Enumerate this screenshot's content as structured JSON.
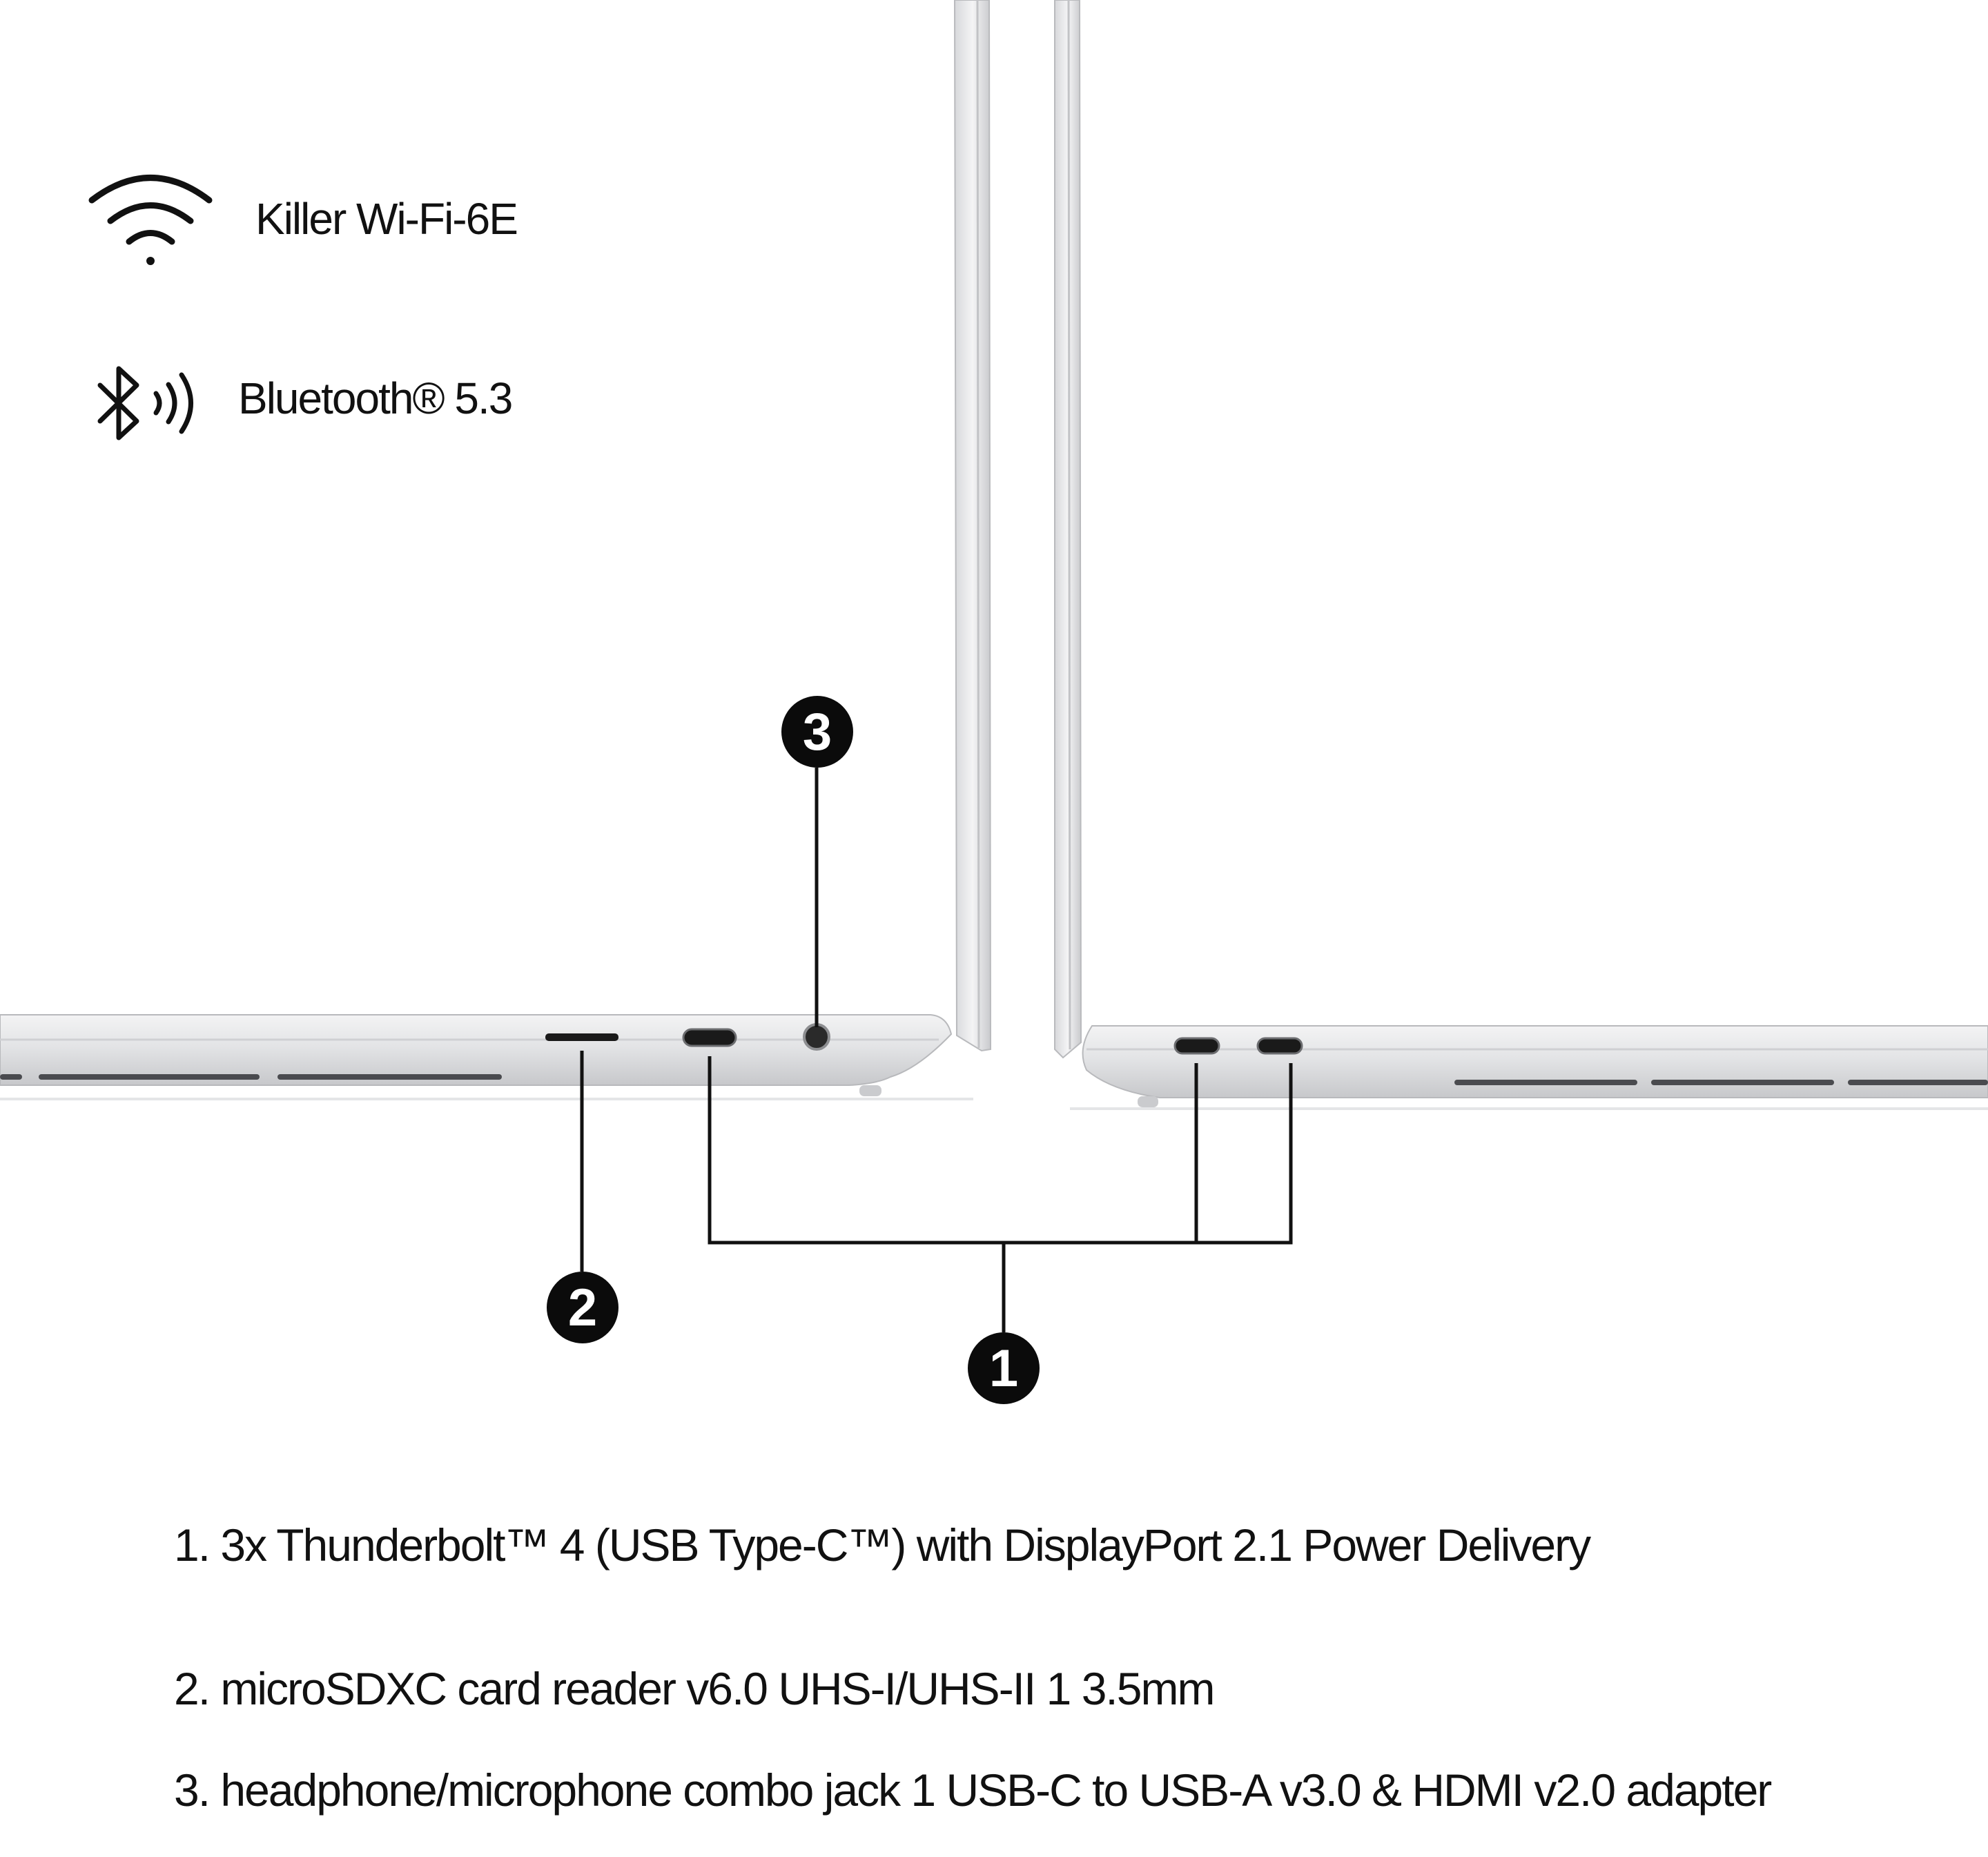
{
  "features": {
    "wifi": {
      "icon": "wifi-icon",
      "label": "Killer Wi-Fi-6E"
    },
    "bluetooth": {
      "icon": "bluetooth-icon",
      "label": "Bluetooth® 5.3"
    }
  },
  "callouts": [
    "1",
    "2",
    "3"
  ],
  "specs": [
    "1. 3x Thunderbolt™ 4 (USB Type-C™) with DisplayPort 2.1 Power Delivery",
    "2. microSDXC card reader v6.0 UHS-I/UHS-II 1 3.5mm",
    "3. headphone/microphone combo jack 1 USB-C to USB-A v3.0 & HDMI v2.0 adapter"
  ],
  "colors": {
    "text": "#111111",
    "callout": "#0b0b0b",
    "chassis": "#e2e3e6",
    "background": "#ffffff"
  }
}
